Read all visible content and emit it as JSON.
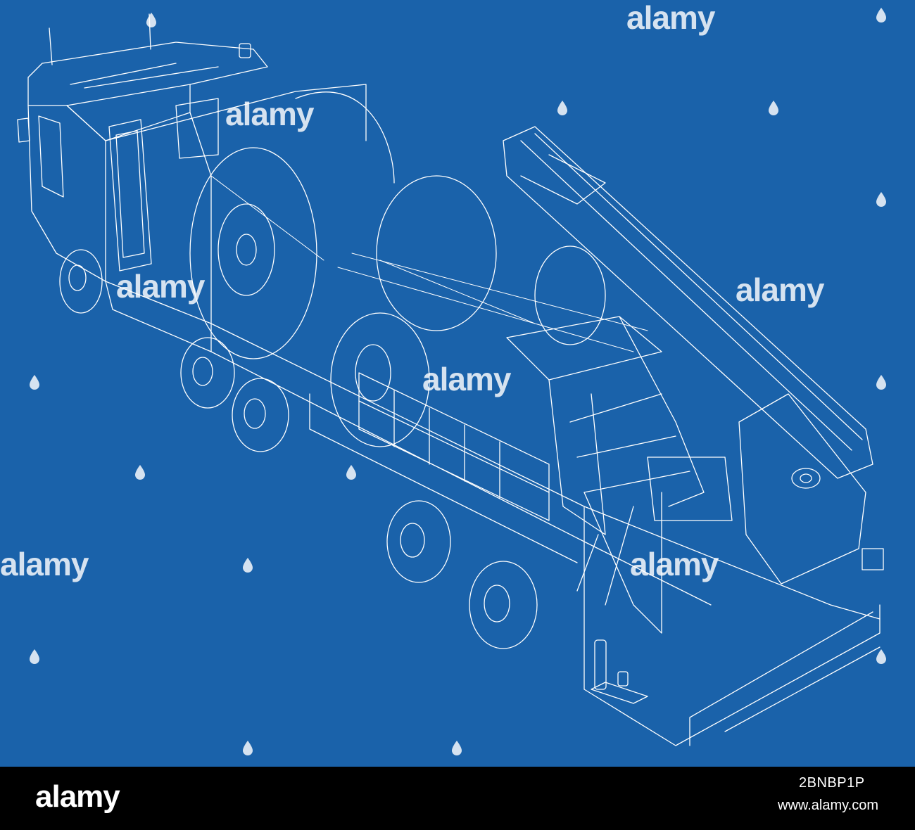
{
  "image": {
    "background_color": "#1a62aa",
    "line_color": "#ffffff",
    "watermark_text": "alamy",
    "watermark_icon": "droplet-icon"
  },
  "footer": {
    "logo": "alamy",
    "image_id": "2BNBP1P",
    "url": "www.alamy.com"
  }
}
